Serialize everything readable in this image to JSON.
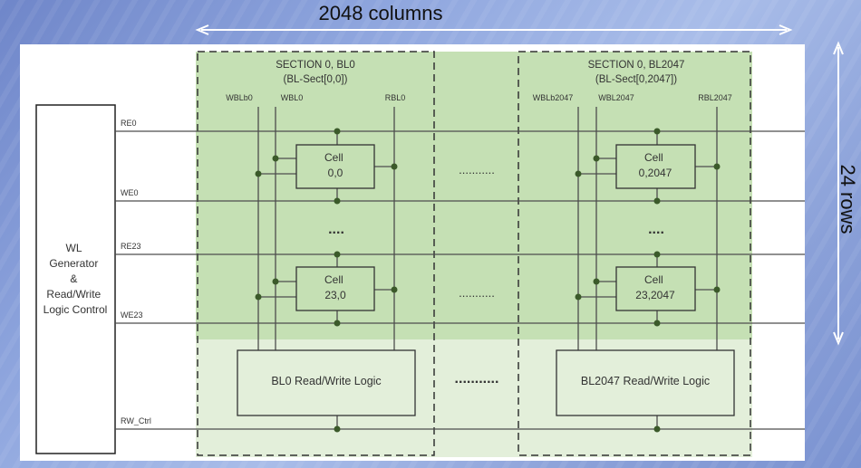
{
  "columns_label": "2048 columns",
  "rows_label": "24 rows",
  "wl_block": [
    "WL",
    "Generator",
    "&",
    "Read/Write",
    "Logic Control"
  ],
  "wordlines": {
    "re0": "RE0",
    "we0": "WE0",
    "re23": "RE23",
    "we23": "WE23",
    "rw_ctrl": "RW_Ctrl"
  },
  "section0": {
    "title": "SECTION 0, BL0",
    "subtitle": "(BL-Sect[0,0])",
    "wblb": "WBLb0",
    "wbl": "WBL0",
    "rbl": "RBL0",
    "cell_a": [
      "Cell",
      "0,0"
    ],
    "cell_b": [
      "Cell",
      "23,0"
    ],
    "logic": "BL0 Read/Write Logic"
  },
  "section2047": {
    "title": "SECTION 0, BL2047",
    "subtitle": "(BL-Sect[0,2047])",
    "wblb": "WBLb2047",
    "wbl": "WBL2047",
    "rbl": "RBL2047",
    "cell_a": [
      "Cell",
      "0,2047"
    ],
    "cell_b": [
      "Cell",
      "23,2047"
    ],
    "logic": "BL2047 Read/Write Logic"
  },
  "vdots": "....",
  "hdots": "...........",
  "colors": {
    "array_fill": "#c5e0b4",
    "logic_fill": "#e3efda",
    "line": "#4d4d4d",
    "node": "#3b5a2a"
  }
}
